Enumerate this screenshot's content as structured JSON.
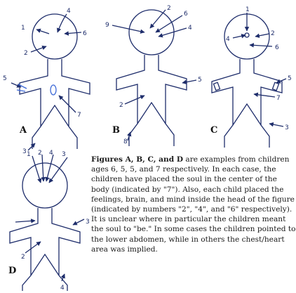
{
  "figures": [
    {
      "label": "A",
      "numbers": [
        "1",
        "4",
        "6",
        "2",
        "5",
        "7",
        "3"
      ]
    },
    {
      "label": "B",
      "numbers": [
        "2",
        "6",
        "9",
        "4",
        "5",
        "2",
        "8"
      ]
    },
    {
      "label": "C",
      "numbers": [
        "1",
        "4",
        "2",
        "6",
        "5",
        "7",
        "3"
      ]
    },
    {
      "label": "D",
      "numbers": [
        "1",
        "2",
        "4",
        "3",
        "3",
        "2",
        "4"
      ]
    }
  ],
  "caption": {
    "lead": "Figures A, B, C, and D",
    "body": " are examples from children ages 6, 5, 5, and  7  respectively. In each case, the children have placed the soul in the center of the body (indicated by \"7\").  Also, each child placed the feelings, brain, and mind inside the head of the figure (indicated by numbers \"2\", \"4\", and \"6\" respectively).  It is unclear where in particular the children meant the soul to \"be.\"  In some cases the children pointed to the lower abdomen, while in others the chest/heart area was implied."
  },
  "colors": {
    "ink": "#1e2d6b",
    "highlight": "#3a66d6",
    "text": "#1a1a1a"
  }
}
